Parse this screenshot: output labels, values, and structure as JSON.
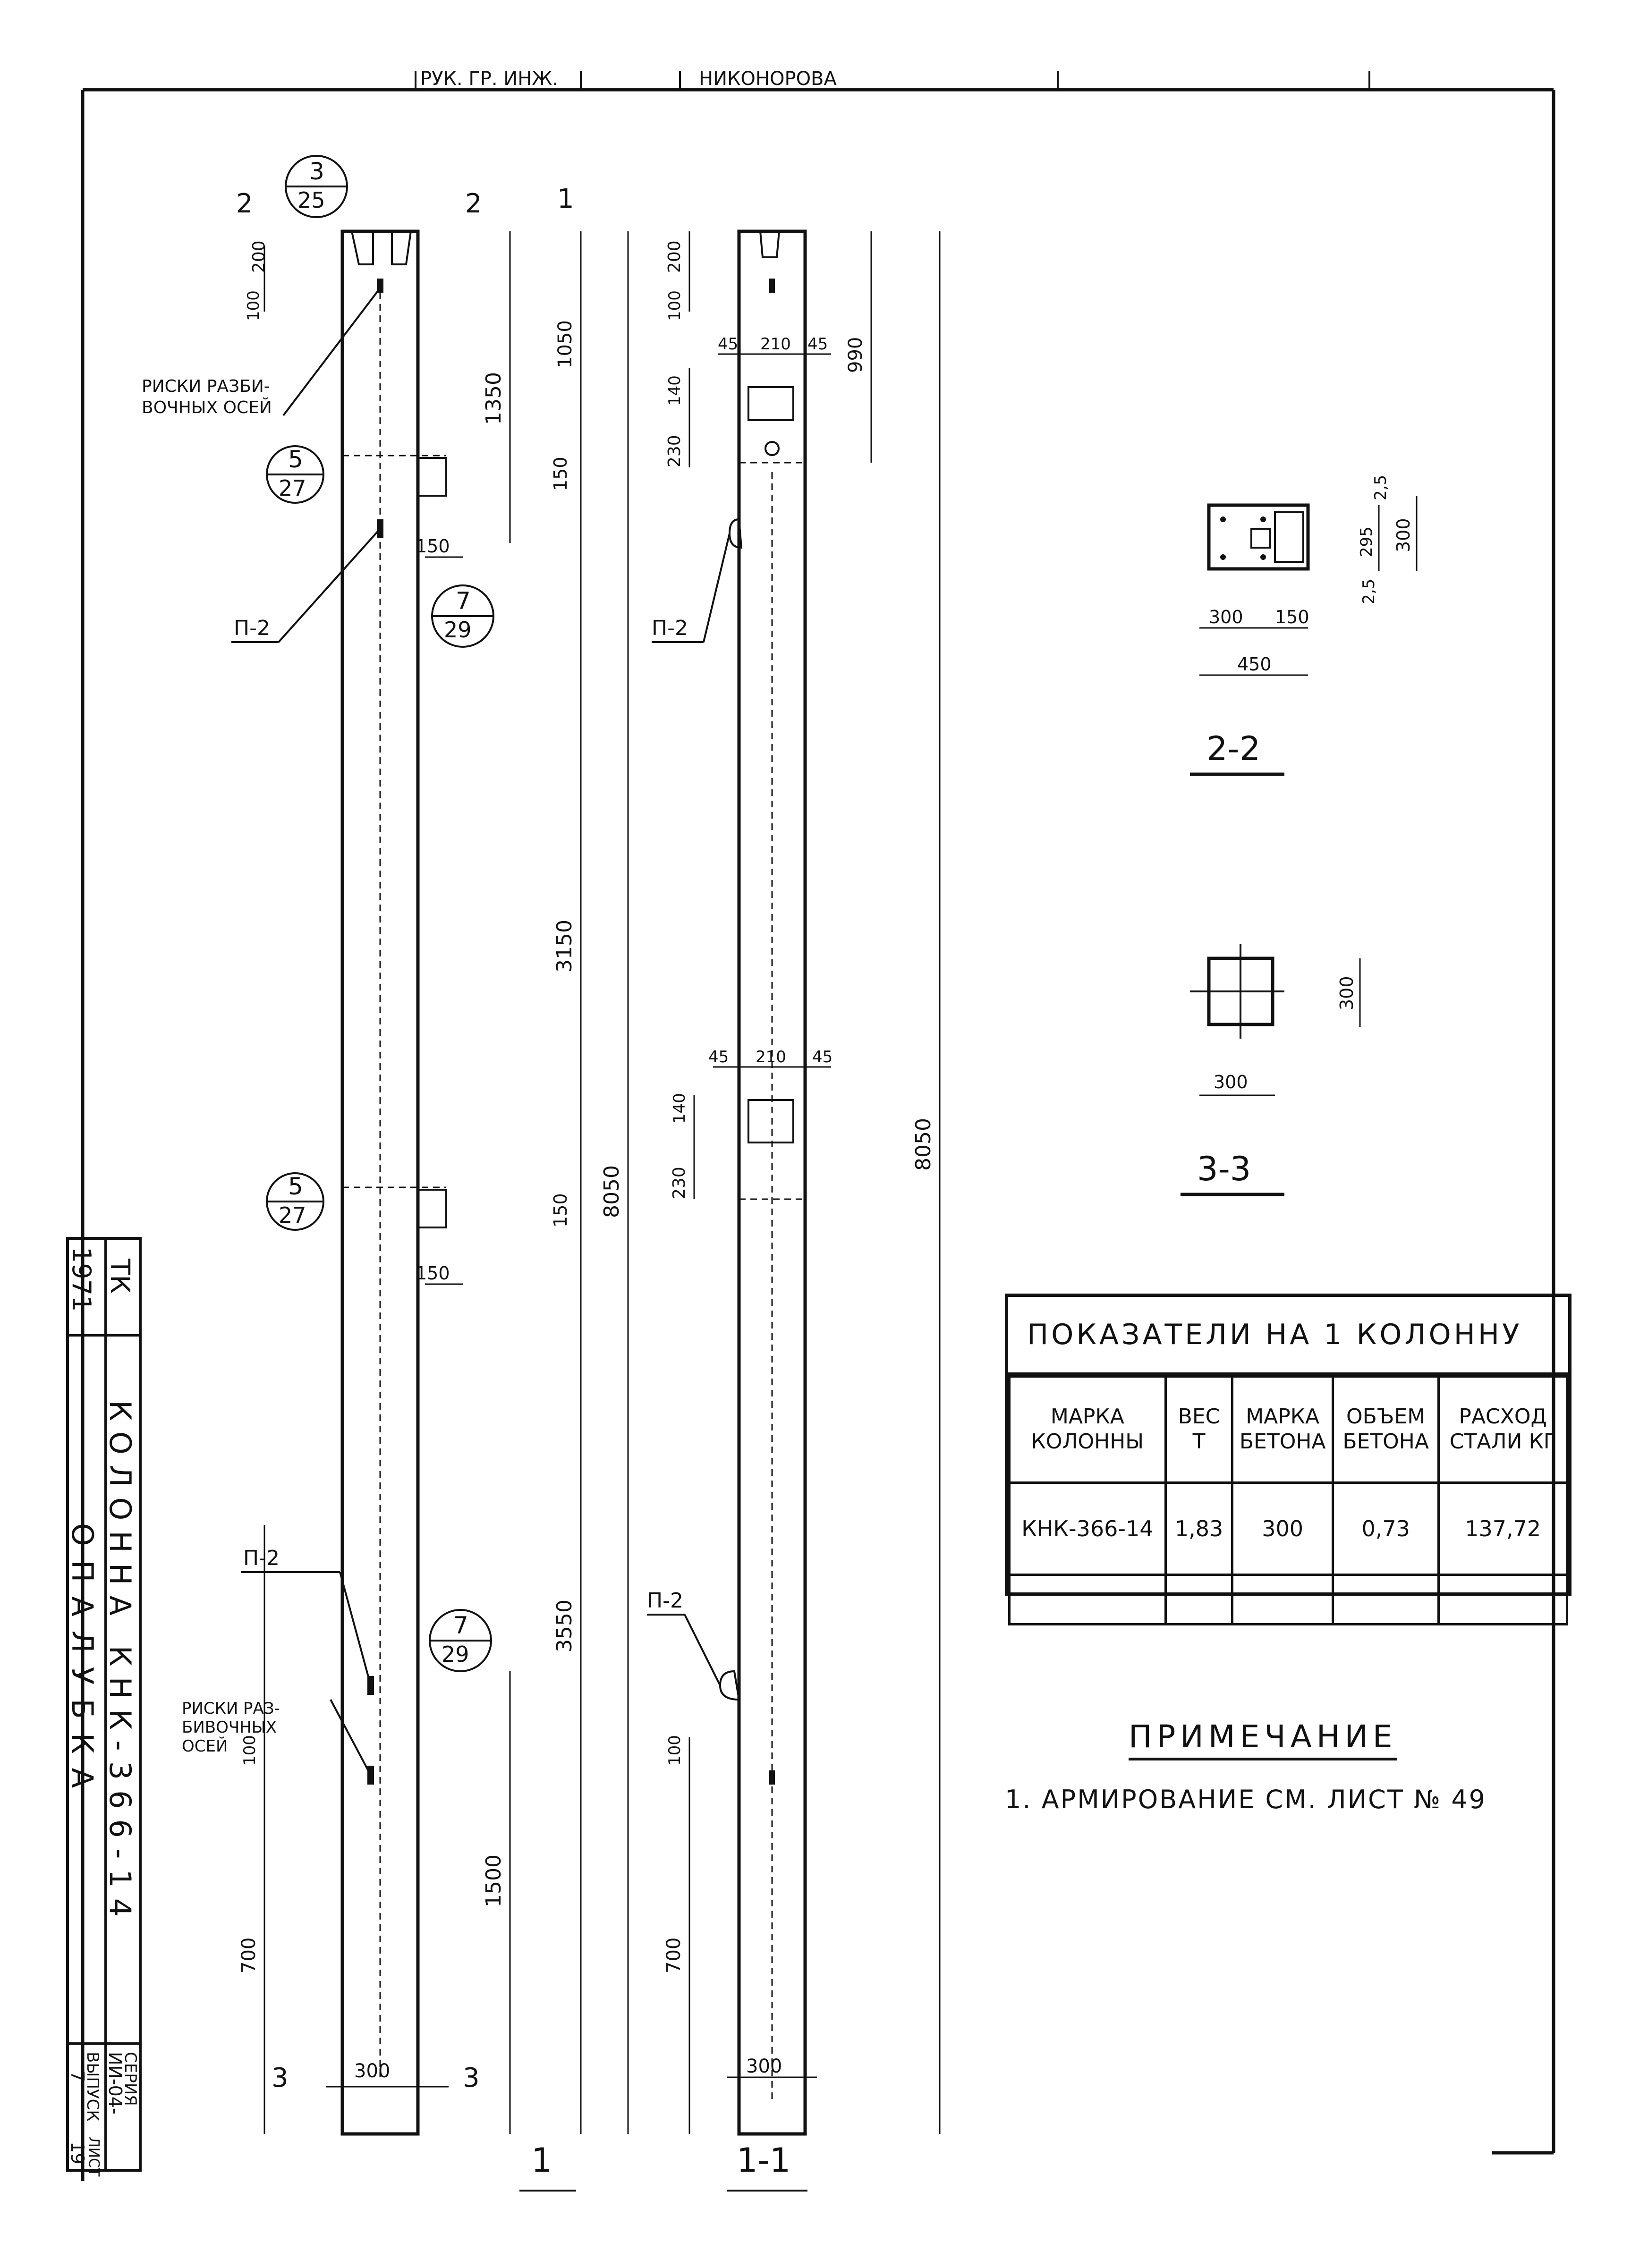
{
  "header": {
    "text": "РУК. ГР. ИНЖ.",
    "signature_name": "НИКОНОРОВА"
  },
  "elevation_left": {
    "section_marks": [
      "2",
      "2",
      "1",
      "3",
      "3",
      "1"
    ],
    "callouts": [
      {
        "num": "3",
        "den": "25"
      },
      {
        "num": "5",
        "den": "27"
      },
      {
        "num": "7",
        "den": "29"
      },
      {
        "num": "5",
        "den": "27"
      },
      {
        "num": "7",
        "den": "29"
      }
    ],
    "labels": {
      "risks_top": "РИСКИ РАЗБИ-\nВОЧНЫХ ОСЕЙ",
      "risks_bottom": "РИСКИ РАЗ-\nБИВОЧНЫХ\nОСЕЙ",
      "p2": "П-2"
    },
    "dims": [
      "200",
      "100",
      "1350",
      "1050",
      "150",
      "150",
      "3150",
      "8050",
      "150",
      "150",
      "3550",
      "100",
      "700",
      "1500",
      "300"
    ],
    "view_label": "1"
  },
  "elevation_right": {
    "dims": [
      "200",
      "100",
      "45",
      "210",
      "45",
      "990",
      "140",
      "230",
      "45",
      "210",
      "45",
      "140",
      "230",
      "8050",
      "100",
      "700",
      "300"
    ],
    "labels": {
      "p2": "П-2"
    },
    "view_label": "1-1"
  },
  "section_22": {
    "dims": [
      "2,5",
      "295",
      "300",
      "2,5",
      "300",
      "150",
      "450"
    ],
    "label": "2-2"
  },
  "section_33": {
    "dims": [
      "300",
      "300"
    ],
    "label": "3-3"
  },
  "table": {
    "title": "ПОКАЗАТЕЛИ НА 1 КОЛОННУ",
    "headers": [
      "МАРКА КОЛОННЫ",
      "ВЕС Т",
      "МАРКА БЕТОНА",
      "ОБЪЕМ БЕТОНА",
      "РАСХОД СТАЛИ КГ"
    ],
    "rows": [
      [
        "КНК-366-14",
        "1,83",
        "300",
        "0,73",
        "137,72"
      ]
    ]
  },
  "note": {
    "title": "ПРИМЕЧАНИЕ",
    "text": "1. АРМИРОВАНИЕ  СМ. ЛИСТ № 49"
  },
  "stamp": {
    "year": "1971",
    "tk": "ТК",
    "name_line1": "КОЛОННА КНК-366-14",
    "name_line2": "ОПАЛУБКА",
    "series_label": "СЕРИЯ",
    "series_value": "ИИ-04-",
    "issue_label": "ВЫПУСК",
    "issue_value": "7",
    "sheet_label": "ЛИСТ",
    "sheet_value": "19"
  }
}
